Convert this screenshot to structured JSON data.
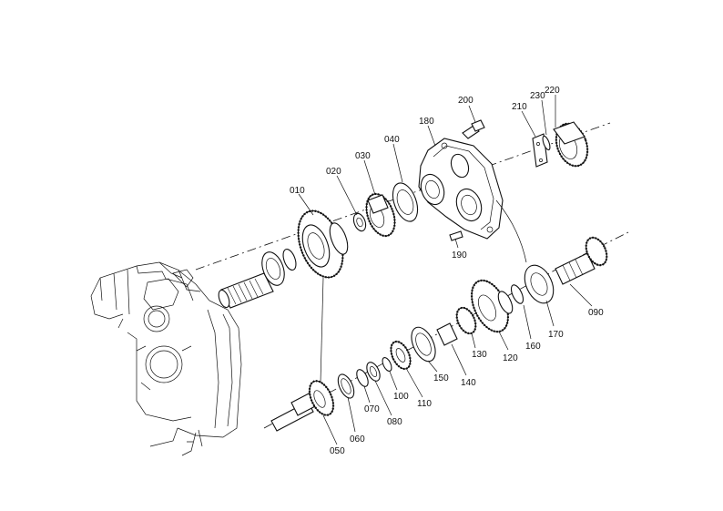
{
  "callouts": [
    {
      "id": "010",
      "text": "010"
    },
    {
      "id": "020",
      "text": "020"
    },
    {
      "id": "030",
      "text": "030"
    },
    {
      "id": "040",
      "text": "040"
    },
    {
      "id": "050",
      "text": "050"
    },
    {
      "id": "060",
      "text": "060"
    },
    {
      "id": "070",
      "text": "070"
    },
    {
      "id": "080",
      "text": "080"
    },
    {
      "id": "090",
      "text": "090"
    },
    {
      "id": "100",
      "text": "100"
    },
    {
      "id": "110",
      "text": "110"
    },
    {
      "id": "120",
      "text": "120"
    },
    {
      "id": "130",
      "text": "130"
    },
    {
      "id": "140",
      "text": "140"
    },
    {
      "id": "150",
      "text": "150"
    },
    {
      "id": "160",
      "text": "160"
    },
    {
      "id": "170",
      "text": "170"
    },
    {
      "id": "180",
      "text": "180"
    },
    {
      "id": "190",
      "text": "190"
    },
    {
      "id": "200",
      "text": "200"
    },
    {
      "id": "210",
      "text": "210"
    },
    {
      "id": "220",
      "text": "220"
    },
    {
      "id": "230",
      "text": "230"
    }
  ]
}
